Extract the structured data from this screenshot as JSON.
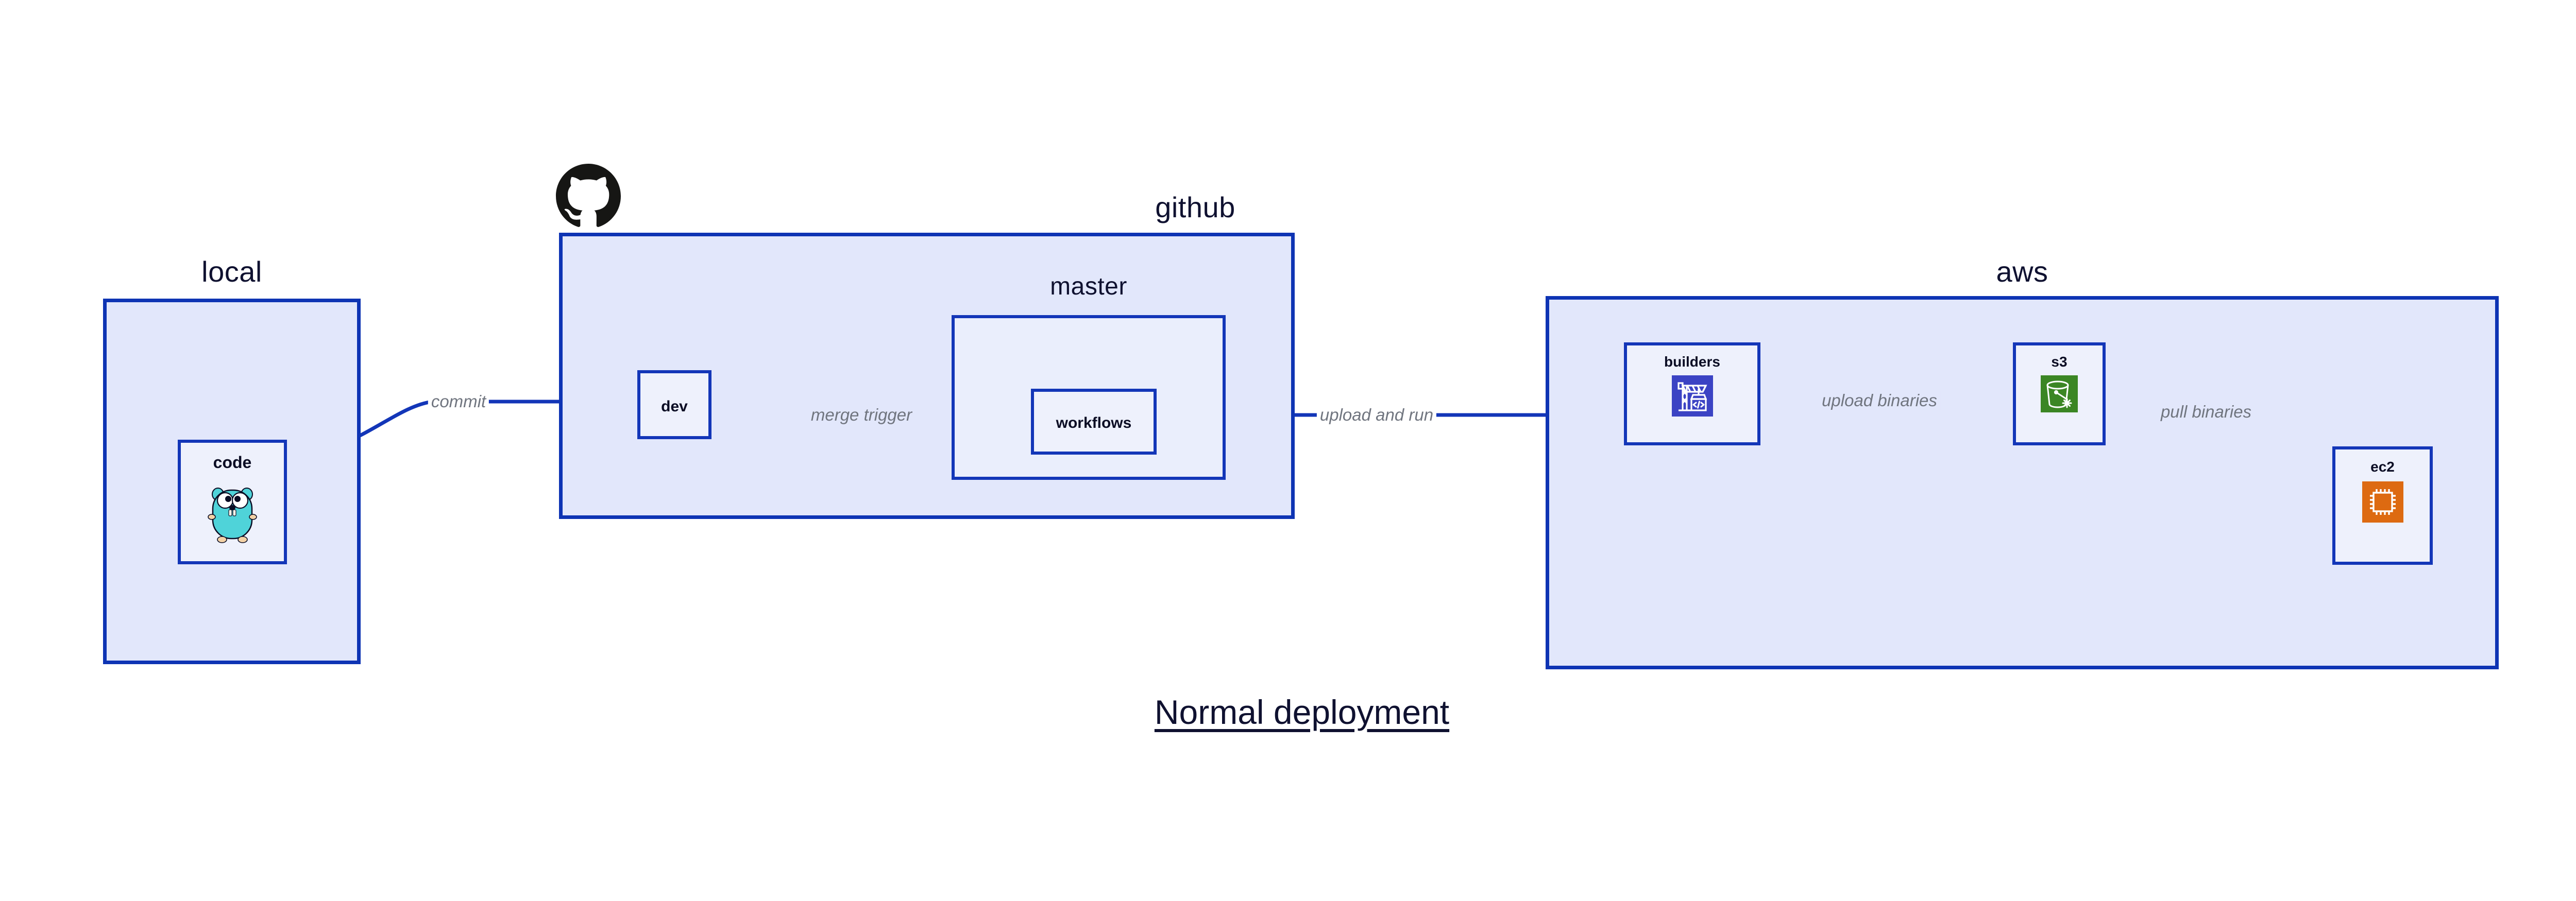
{
  "page": {
    "title": "Normal deployment",
    "background": "#ffffff",
    "accent_border": "#1336b8",
    "group_fill": "#e2e7fb",
    "node_fill": "#eef1fc",
    "label_color": "#70757f",
    "title_color": "#0f1130"
  },
  "groups": {
    "local": {
      "title": "local",
      "nodes": {
        "code": {
          "label": "code",
          "icon": "go-gopher-icon"
        }
      }
    },
    "github": {
      "title": "github",
      "logo": "github-octocat-icon",
      "nodes": {
        "dev": {
          "label": "dev"
        }
      },
      "subgroups": {
        "master": {
          "title": "master",
          "nodes": {
            "workflows": {
              "label": "workflows"
            }
          }
        }
      }
    },
    "aws": {
      "title": "aws",
      "nodes": {
        "builders": {
          "label": "builders",
          "icon": "aws-crane-code-icon",
          "icon_color": "#3b43c4"
        },
        "s3": {
          "label": "s3",
          "icon": "aws-s3-glacier-bucket-icon",
          "icon_color": "#3b8624"
        },
        "ec2": {
          "label": "ec2",
          "icon": "aws-ec2-cpu-icon",
          "icon_color": "#dd6a11"
        }
      }
    }
  },
  "edges": [
    {
      "id": "commit",
      "label": "commit",
      "from": "code",
      "to": "dev"
    },
    {
      "id": "merge-trigger",
      "label": "merge trigger",
      "from": "dev",
      "to": "workflows"
    },
    {
      "id": "upload-and-run",
      "label": "upload and run",
      "from": "workflows",
      "to": "builders"
    },
    {
      "id": "upload-binaries",
      "label": "upload binaries",
      "from": "builders",
      "to": "s3"
    },
    {
      "id": "pull-binaries",
      "label": "pull binaries",
      "from": "s3",
      "to": "ec2"
    }
  ]
}
